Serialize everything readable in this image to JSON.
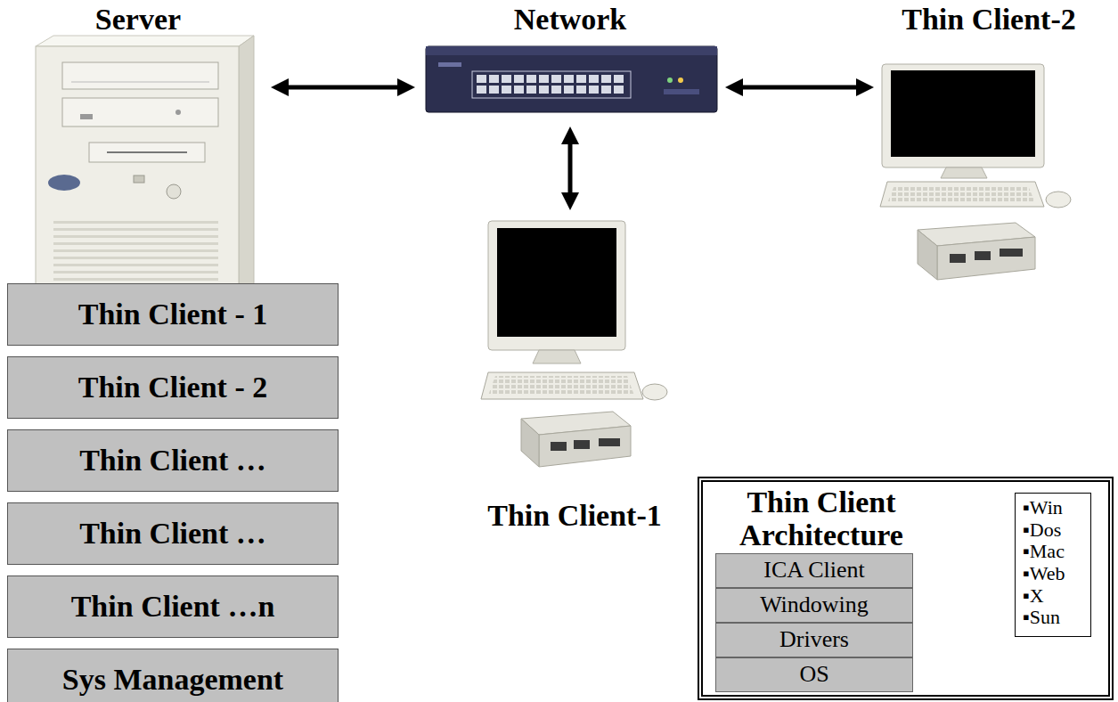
{
  "diagram": {
    "nodes": [
      {
        "text": [
          "Server"
        ]
      },
      {
        "text": [
          "Network"
        ]
      },
      {
        "text": [
          "Thin Client-2"
        ]
      },
      {
        "text": [
          "Thin Client-1"
        ]
      },
      {
        "text": [
          "Thin Client - 1"
        ]
      },
      {
        "text": [
          "Thin Client - 2"
        ]
      },
      {
        "text": [
          "Thin Client …"
        ]
      },
      {
        "text": [
          "Thin Client …"
        ]
      },
      {
        "text": [
          "Thin Client …n"
        ]
      },
      {
        "text": [
          "Sys Management"
        ]
      },
      {
        "text": [
          "Thin Client Architecture"
        ]
      },
      {
        "text": [
          "ICA Client"
        ],
        "in": 10
      },
      {
        "text": [
          "Windowing"
        ],
        "in": 10
      },
      {
        "text": [
          "Drivers"
        ],
        "in": 10
      },
      {
        "text": [
          "OS"
        ],
        "in": 10
      },
      {
        "text": [
          "▪Win",
          "▪Dos",
          "▪Mac",
          "▪Web",
          "▪X",
          "▪Sun"
        ],
        "in": 10
      }
    ],
    "edges": [
      {
        "from": 0,
        "to": 1,
        "arrow": "both"
      },
      {
        "from": 1,
        "to": 2,
        "arrow": "both"
      },
      {
        "from": 1,
        "to": 3,
        "arrow": "both"
      },
      {
        "from": 11,
        "to": 15,
        "arrow": "to"
      }
    ]
  }
}
